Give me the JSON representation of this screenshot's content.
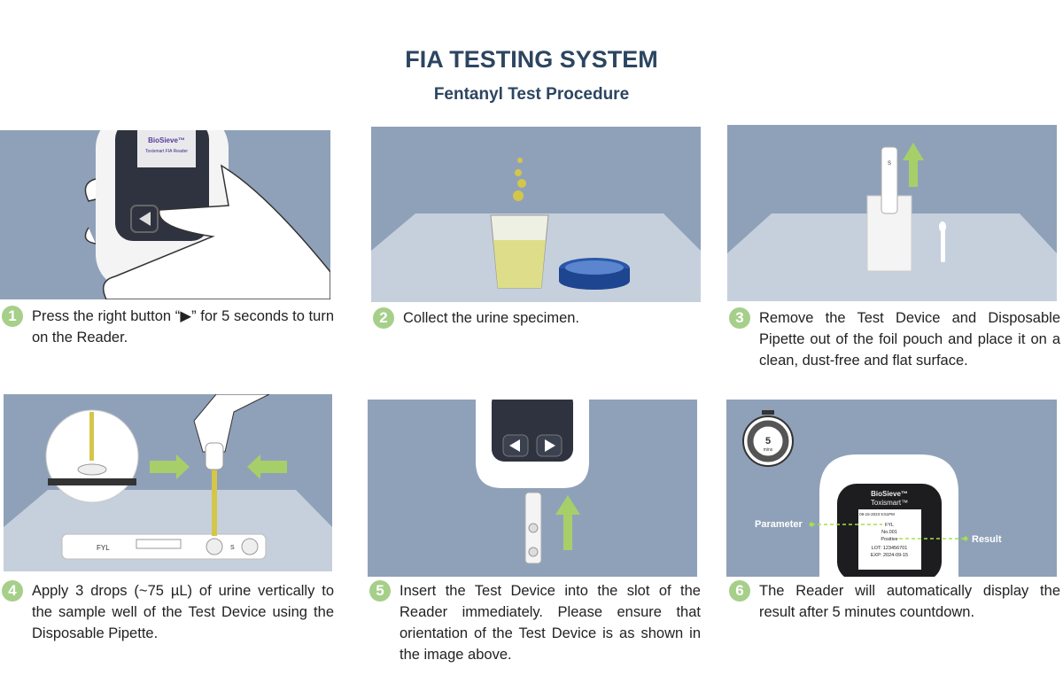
{
  "header": {
    "title": "FIA TESTING SYSTEM",
    "subtitle": "Fentanyl Test Procedure"
  },
  "steps": [
    {
      "num": "1",
      "text": "Press the right button “▶” for 5 seconds to turn on the Reader."
    },
    {
      "num": "2",
      "text": "Collect the urine specimen."
    },
    {
      "num": "3",
      "text": "Remove the Test Device and Disposable Pipette out of the foil pouch and place it on a clean, dust-free and flat surface."
    },
    {
      "num": "4",
      "text": "Apply 3 drops (~75 µL) of urine vertically to the sample well of the Test Device using the Disposable Pipette."
    },
    {
      "num": "5",
      "text": "Insert the Test Device into the slot of the Reader immediately. Please ensure that orientation of the Test Device is as shown in the image above."
    },
    {
      "num": "6",
      "text": "The Reader will automatically display the result after 5 minutes countdown."
    }
  ],
  "illustrations": {
    "reader_brand": "BioSieve™",
    "reader_model": "Toxismart FIA Reader",
    "reader_model_short": "Toxismart™",
    "device_label": "FYL",
    "well_label": "S",
    "timer": {
      "value": "5",
      "unit": "mins"
    },
    "screen": {
      "datetime": "09-15-2023 5:51PM",
      "parameter": "FYL",
      "number": "No.001",
      "result": "Positive",
      "lot": "LOT: 123456701",
      "exp": "EXP: 2024-09-15"
    },
    "callouts": {
      "parameter": "Parameter",
      "result": "Result"
    }
  },
  "colors": {
    "title": "#2c4560",
    "badge": "#a6cf8a",
    "panel": "#8fa1b9",
    "arrow": "#a6cf6a"
  }
}
